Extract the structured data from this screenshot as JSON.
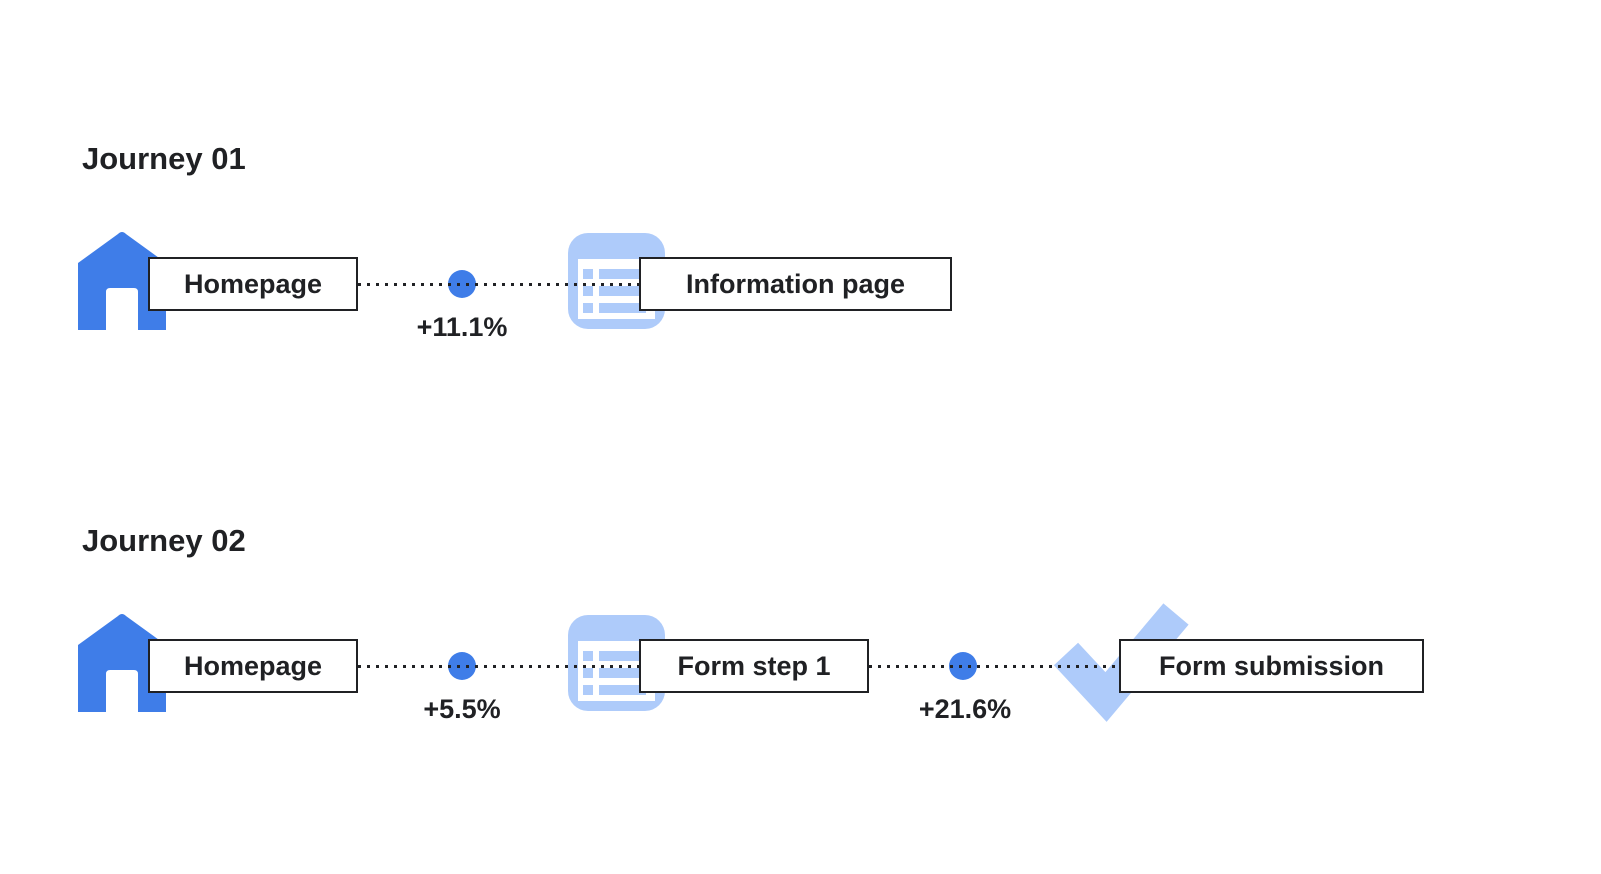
{
  "colors": {
    "blue": "#3F7DE8",
    "light_blue": "#AECBFA",
    "stroke": "#202124",
    "text": "#202124",
    "background": "#FFFFFF"
  },
  "journeys": [
    {
      "title": "Journey 01",
      "steps": [
        {
          "icon": "home-icon",
          "label": "Homepage"
        },
        {
          "icon": "information-page-icon",
          "label": "Information page"
        }
      ],
      "transitions": [
        {
          "change": "+11.1%"
        }
      ]
    },
    {
      "title": "Journey 02",
      "steps": [
        {
          "icon": "home-icon",
          "label": "Homepage"
        },
        {
          "icon": "form-page-icon",
          "label": "Form step 1"
        },
        {
          "icon": "check-icon",
          "label": "Form submission"
        }
      ],
      "transitions": [
        {
          "change": "+5.5%"
        },
        {
          "change": "+21.6%"
        }
      ]
    }
  ]
}
